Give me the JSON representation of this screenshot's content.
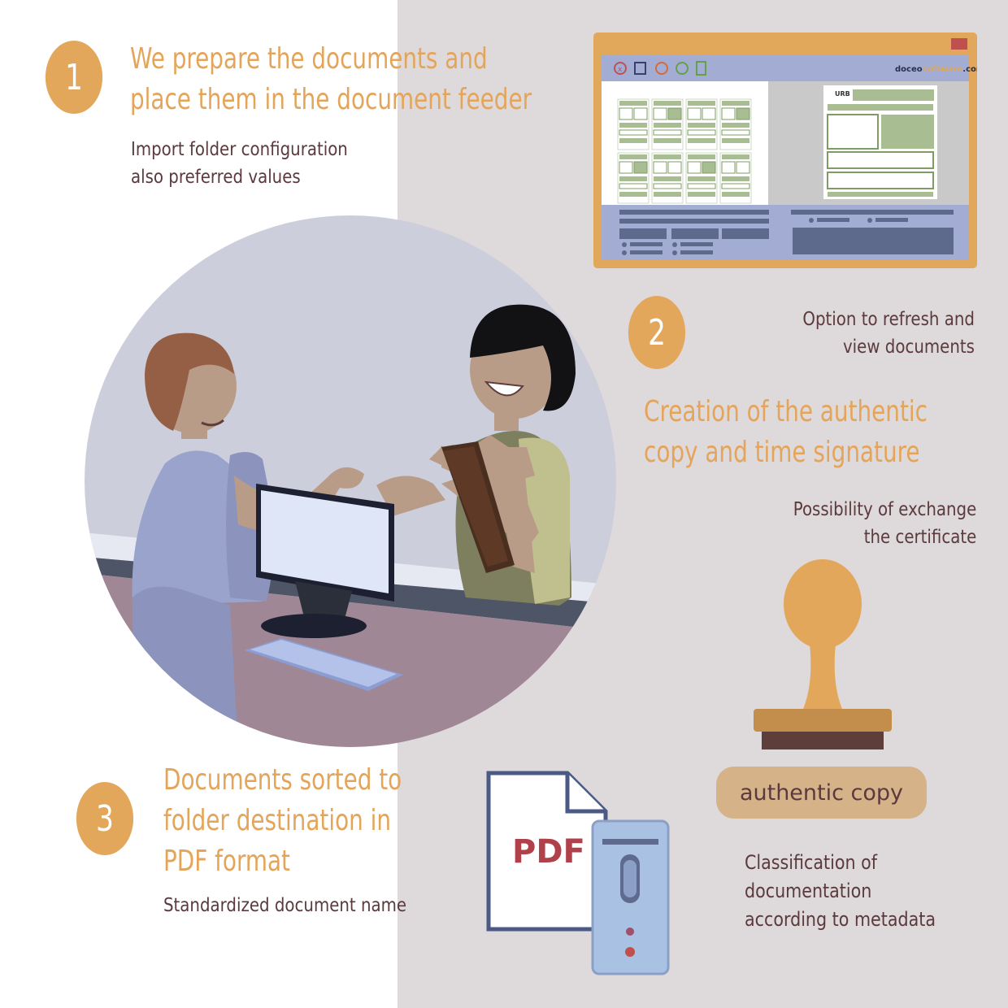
{
  "steps": [
    {
      "number": "1",
      "title_lines": [
        "We prepare the documents and",
        "place them in the document feeder"
      ],
      "detail_lines": [
        "Import folder configuration",
        "also preferred values"
      ]
    },
    {
      "number": "2",
      "detail_top_lines": [
        "Option to refresh and",
        "view documents"
      ],
      "title_lines": [
        "Creation of the authentic",
        "copy and time signature"
      ],
      "detail_lines": [
        "Possibility of exchange",
        "the certificate"
      ]
    },
    {
      "number": "3",
      "title_lines": [
        "Documents sorted to",
        "folder destination in",
        "PDF format"
      ],
      "detail_lines": [
        "Standardized document name"
      ]
    }
  ],
  "stamp_label": "authentic copy",
  "classification_lines": [
    "Classification of",
    "documentation",
    "according to metadata"
  ],
  "pdf_label": "PDF",
  "app_window": {
    "brand_prefix": "doceo",
    "brand_suffix": ".com",
    "doc_header": "URB"
  },
  "colors": {
    "accent": "#e3a75c",
    "text_dark": "#5b3a3e",
    "panel_bg": "#ded9da",
    "window_frame": "#e1a75a",
    "window_bar": "#a3acd3"
  }
}
